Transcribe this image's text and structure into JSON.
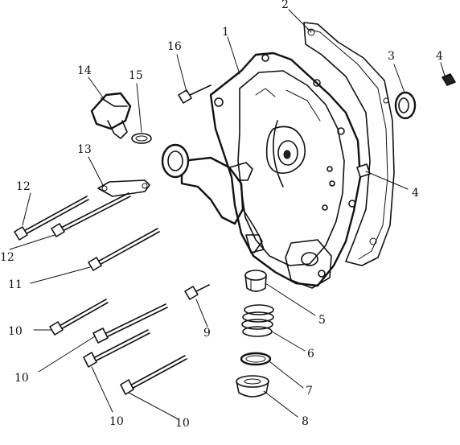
{
  "callouts": [
    {
      "id": "c1",
      "label": "1"
    },
    {
      "id": "c2",
      "label": "2"
    },
    {
      "id": "c3",
      "label": "3"
    },
    {
      "id": "c4a",
      "label": "4"
    },
    {
      "id": "c4b",
      "label": "4"
    },
    {
      "id": "c5",
      "label": "5"
    },
    {
      "id": "c6",
      "label": "6"
    },
    {
      "id": "c7",
      "label": "7"
    },
    {
      "id": "c8",
      "label": "8"
    },
    {
      "id": "c9",
      "label": "9"
    },
    {
      "id": "c10a",
      "label": "10"
    },
    {
      "id": "c10b",
      "label": "10"
    },
    {
      "id": "c10c",
      "label": "10"
    },
    {
      "id": "c10d",
      "label": "10"
    },
    {
      "id": "c11",
      "label": "11"
    },
    {
      "id": "c12a",
      "label": "12"
    },
    {
      "id": "c12b",
      "label": "12"
    },
    {
      "id": "c13",
      "label": "13"
    },
    {
      "id": "c14",
      "label": "14"
    },
    {
      "id": "c15",
      "label": "15"
    },
    {
      "id": "c16",
      "label": "16"
    }
  ]
}
